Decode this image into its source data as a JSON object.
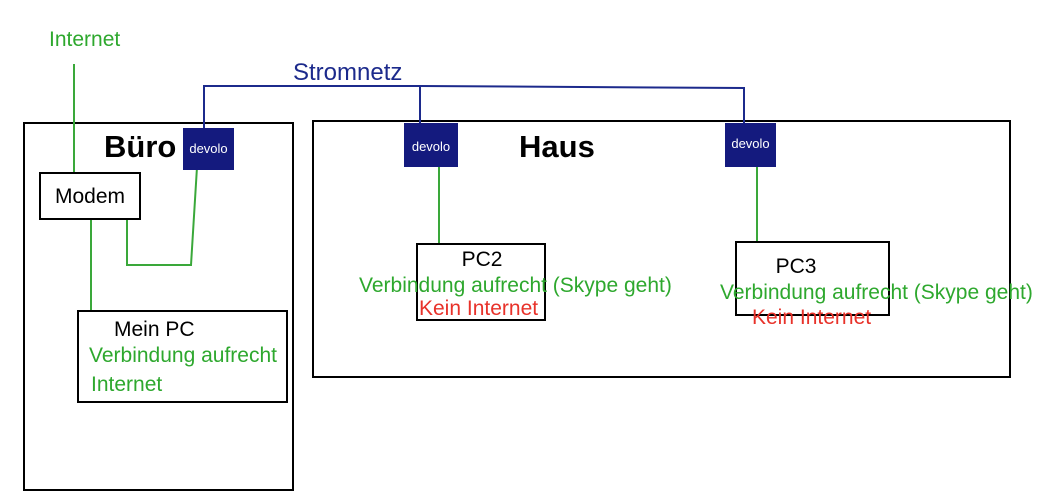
{
  "colors": {
    "power_line": "#1c2a8c",
    "network_line": "#3aa83a",
    "green_text": "#2ea82e",
    "red_text": "#e8322a",
    "adapter_fill": "#141a7e",
    "adapter_text": "#ffffff",
    "box_border": "#000000",
    "label_text": "#000000"
  },
  "labels": {
    "internet": "Internet",
    "power_grid": "Stromnetz",
    "office": "Büro",
    "house": "Haus",
    "modem": "Modem"
  },
  "adapters": {
    "office": "devolo",
    "house_left": "devolo",
    "house_right": "devolo"
  },
  "my_pc": {
    "name": "Mein PC",
    "connection": "Verbindung aufrecht",
    "internet": "Internet"
  },
  "pc2": {
    "name": "PC2",
    "connection": "Verbindung aufrecht (Skype geht)",
    "internet": "Kein Internet"
  },
  "pc3": {
    "name": "PC3",
    "connection": "Verbindung aufrecht (Skype geht)",
    "internet": "Kein Internet"
  }
}
